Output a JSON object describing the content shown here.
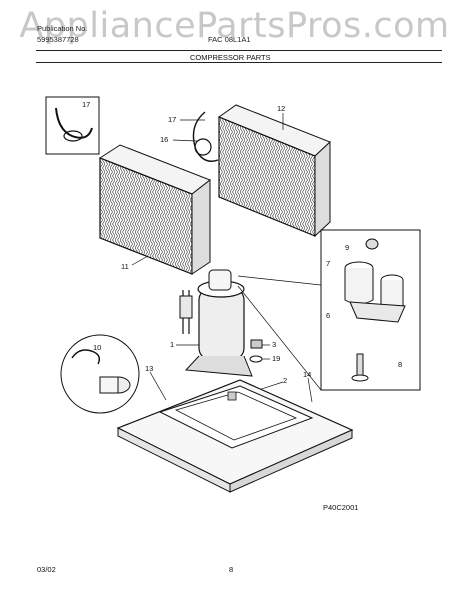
{
  "watermark": "AppliancePartsPros.com",
  "header": {
    "publication_label": "Publication No.",
    "publication_number": "5995387728",
    "model": "FAC 08L1A1"
  },
  "section_title": "COMPRESSOR PARTS",
  "callouts": {
    "c1": "1",
    "c2": "2",
    "c3": "3",
    "c6": "6",
    "c7": "7",
    "c8": "8",
    "c9": "9",
    "c10": "10",
    "c11": "11",
    "c12": "12",
    "c13": "13",
    "c14": "14",
    "c16": "16",
    "c17a": "17",
    "c17b": "17",
    "c19": "19"
  },
  "diagram_code": "P40C2001",
  "footer": {
    "date": "03/02",
    "page": "8"
  }
}
